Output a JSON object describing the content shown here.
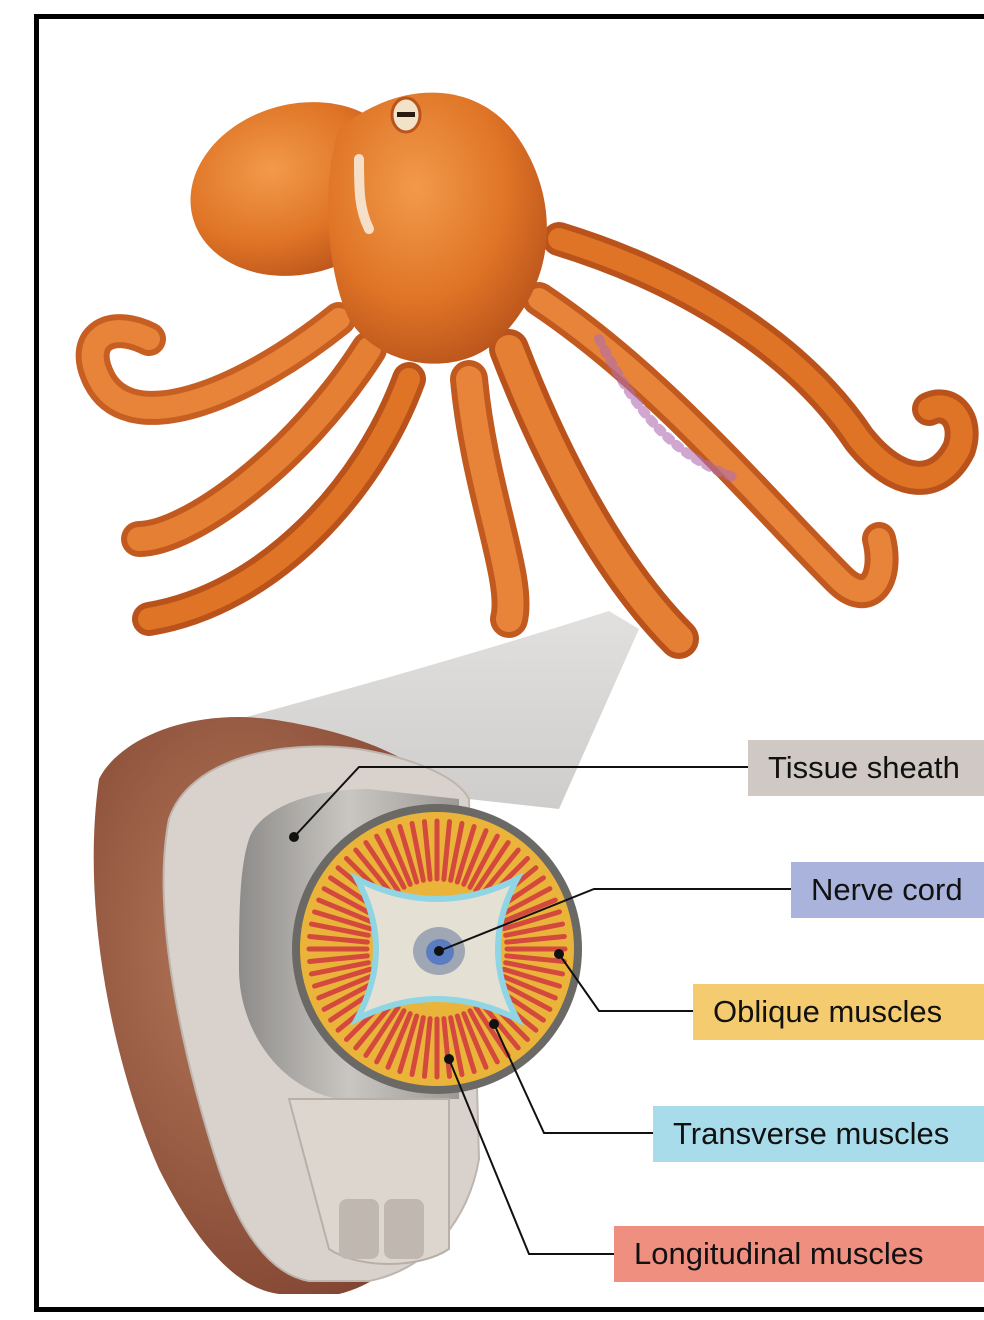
{
  "figure": {
    "labels": [
      {
        "key": "tissue_sheath",
        "text": "Tissue sheath",
        "color": "#cfc8c4"
      },
      {
        "key": "nerve_cord",
        "text": "Nerve cord",
        "color": "#a9b3dc"
      },
      {
        "key": "oblique_muscles",
        "text": "Oblique muscles",
        "color": "#f4cc6f"
      },
      {
        "key": "transverse_muscles",
        "text": "Transverse muscles",
        "color": "#a9dcea"
      },
      {
        "key": "longitudinal_muscles",
        "text": "Longitudinal muscles",
        "color": "#ee8f80"
      }
    ],
    "colors": {
      "octopus_body": "#e0782a",
      "octopus_shadow": "#b9531b",
      "sheath_outer": "#a5654a",
      "sheath_inner": "#d9d2cc",
      "longitudinal": "#d4493d",
      "transverse": "#8fd5e4",
      "oblique": "#eab43a",
      "nerve": "#5a7cc0",
      "core": "#e5e0d4"
    }
  }
}
